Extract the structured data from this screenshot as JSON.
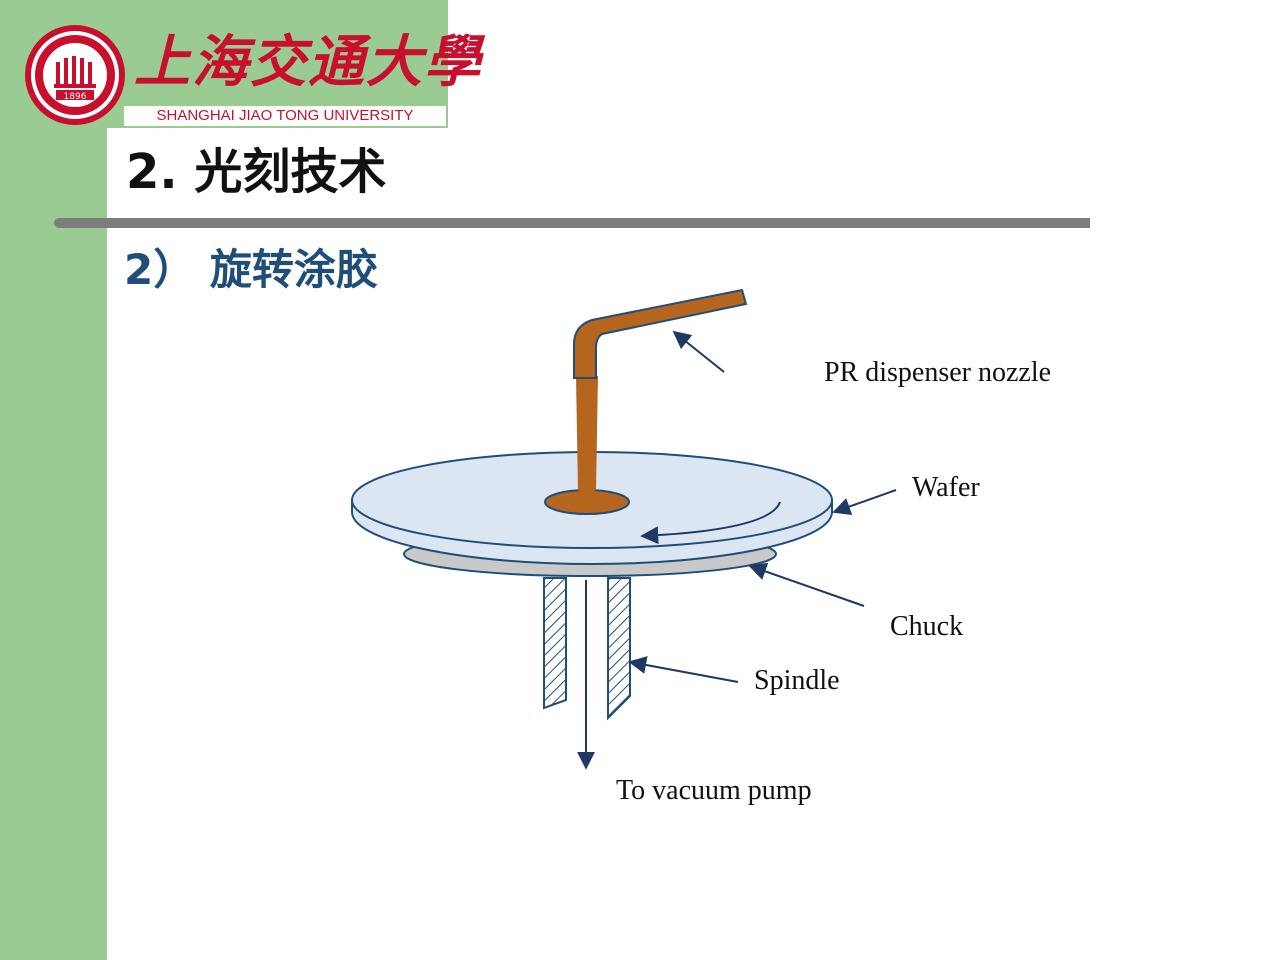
{
  "header": {
    "university_name_cn": "上海交通大學",
    "university_name_en": "SHANGHAI JIAO TONG UNIVERSITY",
    "seal_year": "1896",
    "accent_color": "#c8102e",
    "band_color": "#9acb93"
  },
  "slide": {
    "title": "2. 光刻技术",
    "subtitle": "2） 旋转涂胶",
    "subtitle_color": "#1f4e79"
  },
  "diagram": {
    "labels": {
      "nozzle": "PR dispenser nozzle",
      "wafer": "Wafer",
      "chuck": "Chuck",
      "spindle": "Spindle",
      "vacuum": "To vacuum pump"
    },
    "resist_color": "#b5651d"
  }
}
